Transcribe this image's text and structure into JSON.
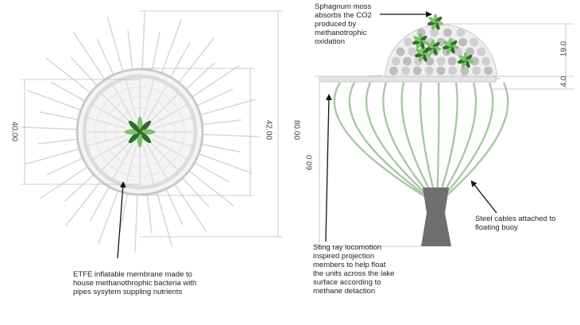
{
  "annotations": {
    "sphagnum": "Sphagnum moss\nabsorbs the CO2\nproduced by\nmethanotrophic\noxidation",
    "etfe": "ETFE inflatable membrane made to\nhouse methanothrophic bacteria with\npipes sysytem suppling nutrients",
    "stingray": "Sting ray locomotion\ninspired projection\nmembers to help float\nthe units across the lake\nsurface according to\nmethane detaction",
    "cables": "Steel cables attached to\nfloating buoy"
  },
  "dimensions": {
    "plan_inner": "40.00",
    "plan_middle": "42.00",
    "plan_outer": "80.00",
    "dome_height": "19.0",
    "deck_height": "4.0",
    "total_height": "60.0"
  },
  "colors": {
    "moss_light": "#7ec26a",
    "moss_dark": "#2f6e2a",
    "cable": "#a9c7a5",
    "buoy": "#6f6f6f",
    "spike": "#d8d8d8"
  },
  "icons": {
    "moss_plan": "moss-rosette-icon",
    "moss_dome": "moss-cluster-icon"
  }
}
